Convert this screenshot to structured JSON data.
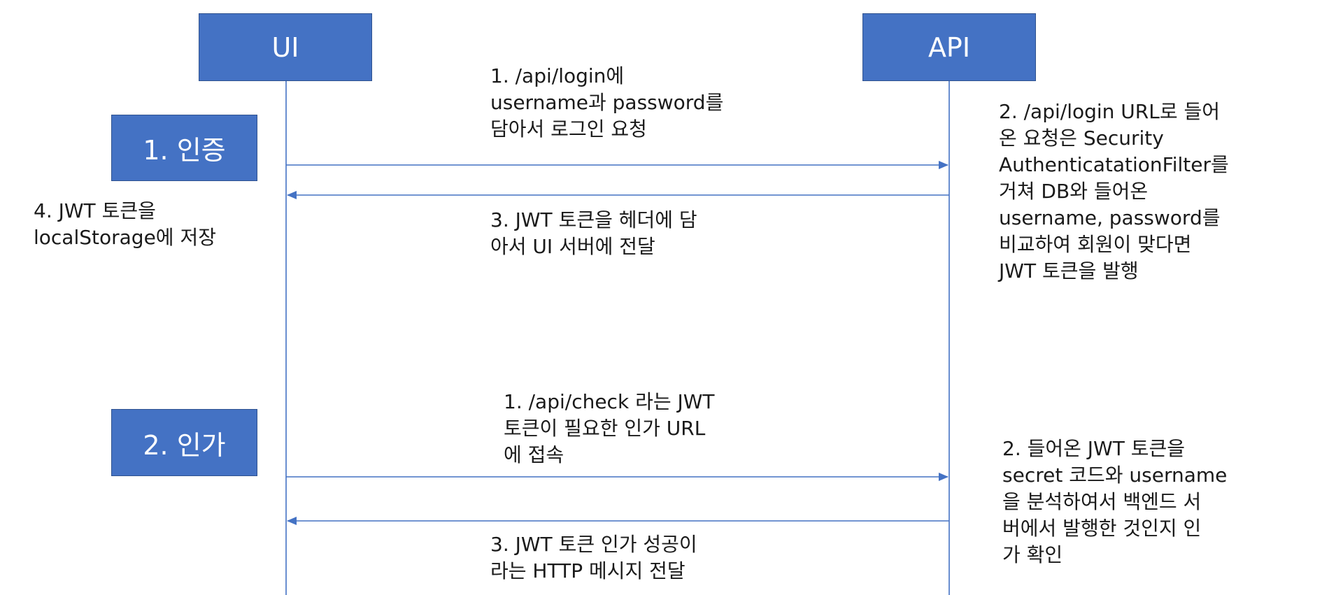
{
  "participants": {
    "ui": "UI",
    "api": "API"
  },
  "phases": {
    "authentication": "1. 인증",
    "authorization": "2. 인가"
  },
  "auth_flow": {
    "step1": "1. /api/login에\nusername과 password를\n담아서 로그인 요청",
    "step2": "2. /api/login URL로 들어\n온 요청은 Security\nAuthenticatationFilter를\n거쳐 DB와 들어온\nusername, password를\n비교하여 회원이 맞다면\nJWT 토큰을 발행",
    "step3": "3. JWT 토큰을 헤더에 담\n아서 UI 서버에 전달",
    "step4": "4. JWT 토큰을\nlocalStorage에 저장"
  },
  "authz_flow": {
    "step1": "1. /api/check 라는 JWT\n토큰이 필요한 인가 URL\n에 접속",
    "step2": "2. 들어온 JWT 토큰을\nsecret 코드와 username\n을 분석하여서 백엔드 서\n버에서 발행한 것인지 인\n가 확인",
    "step3": "3. JWT 토큰 인가 성공이\n라는 HTTP 메시지 전달"
  },
  "colors": {
    "box_fill": "#4472C4",
    "box_border": "#2F528F",
    "line": "#4472C4"
  }
}
